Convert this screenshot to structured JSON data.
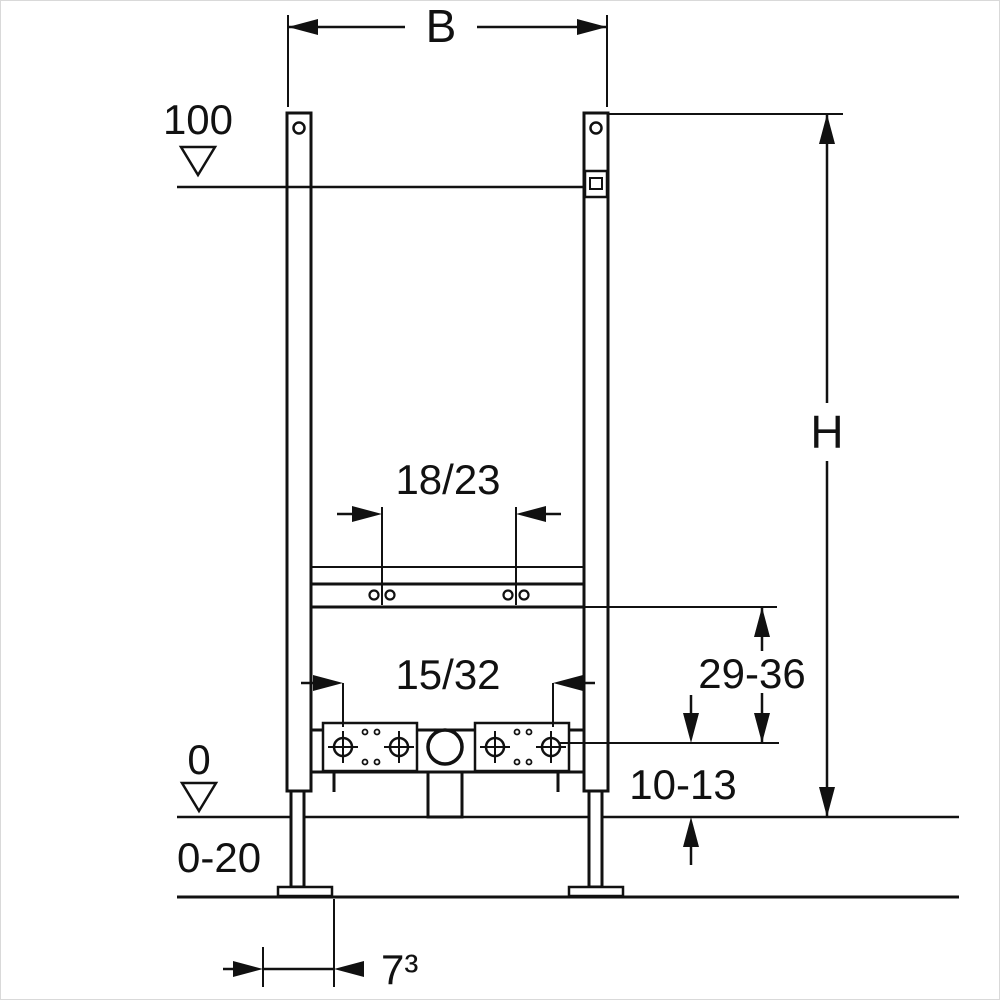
{
  "drawing": {
    "kind": "installation-frame-dimension-diagram",
    "background": "#ffffff",
    "line_color": "#111111",
    "dims": {
      "width": "B",
      "height": "H",
      "level_top": "100",
      "level_zero": "0",
      "floor_finish_range": "0-20",
      "upper_fixing_spacing": "18/23",
      "lower_fixing_spacing": "15/32",
      "support_height_range": "29-36",
      "connection_height_range": "10-13",
      "foot_projection": "7³"
    }
  }
}
